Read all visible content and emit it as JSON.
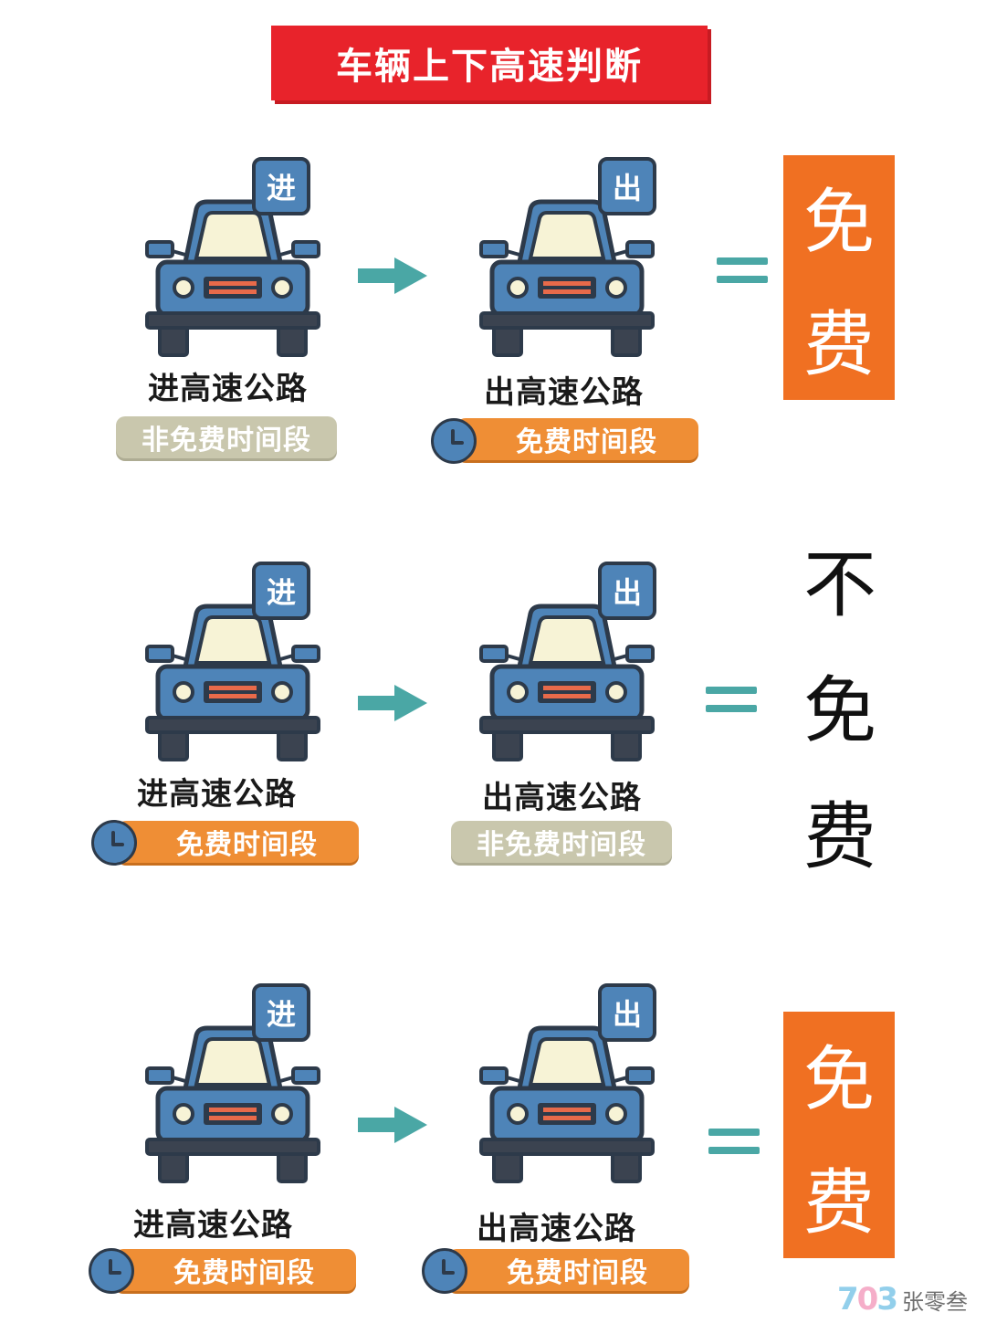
{
  "title": "车辆上下高速判断",
  "rows": [
    {
      "enter_badge": "进",
      "exit_badge": "出",
      "enter_label": "进高速公路",
      "exit_label": "出高速公路",
      "enter_period": "非免费时间段",
      "exit_period": "免费时间段",
      "result": [
        "免",
        "费"
      ]
    },
    {
      "enter_badge": "进",
      "exit_badge": "出",
      "enter_label": "进高速公路",
      "exit_label": "出高速公路",
      "enter_period": "免费时间段",
      "exit_period": "非免费时间段",
      "result": [
        "不",
        "免",
        "费"
      ]
    },
    {
      "enter_badge": "进",
      "exit_badge": "出",
      "enter_label": "进高速公路",
      "exit_label": "出高速公路",
      "enter_period": "免费时间段",
      "exit_period": "免费时间段",
      "result": [
        "免",
        "费"
      ]
    }
  ],
  "watermark": {
    "logo": "703",
    "text": "张零叁"
  },
  "colors": {
    "title_bg": "#e8232b",
    "car_body": "#4e84b8",
    "arrow": "#4aa7a5",
    "free_pill": "#ef8e35",
    "nonfree_pill": "#c9c7ad",
    "result_box": "#f07022"
  }
}
